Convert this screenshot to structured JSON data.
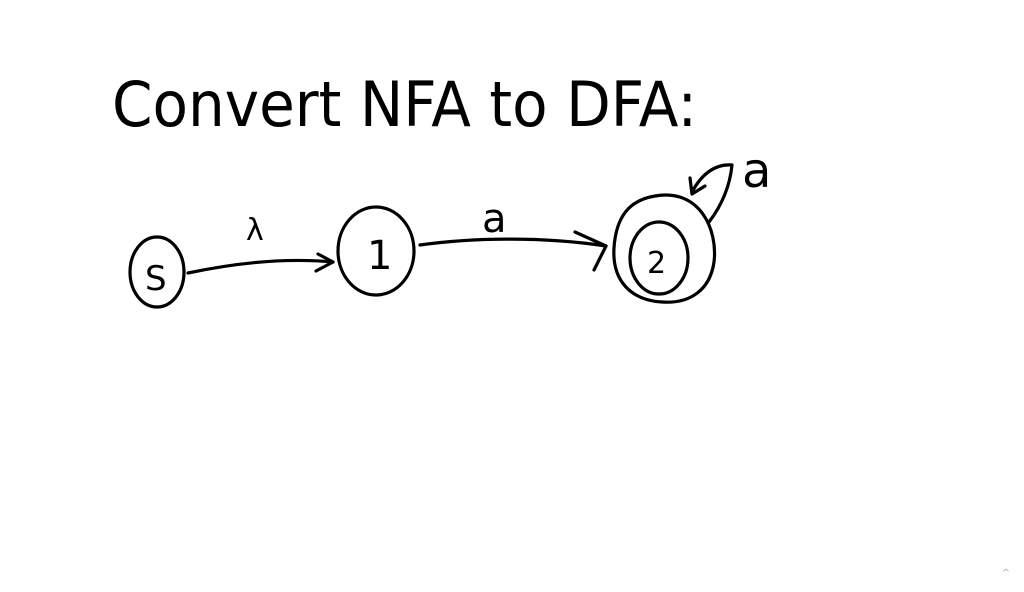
{
  "title": "Convert NFA to DFA:",
  "diagram": {
    "type": "nfa",
    "states": [
      {
        "id": "s",
        "label": "S",
        "start": true,
        "accepting": false
      },
      {
        "id": "1",
        "label": "1",
        "start": false,
        "accepting": false
      },
      {
        "id": "2",
        "label": "2",
        "start": false,
        "accepting": true
      }
    ],
    "transitions": [
      {
        "from": "s",
        "to": "1",
        "label": "λ"
      },
      {
        "from": "1",
        "to": "2",
        "label": "a"
      },
      {
        "from": "2",
        "to": "2",
        "label": "a"
      }
    ]
  },
  "labels": {
    "state_s": "S",
    "state_1": "1",
    "state_2": "2",
    "edge_s_1": "λ",
    "edge_1_2": "a",
    "edge_2_2": "a"
  },
  "controls": {
    "scroll_up_icon": "^"
  }
}
